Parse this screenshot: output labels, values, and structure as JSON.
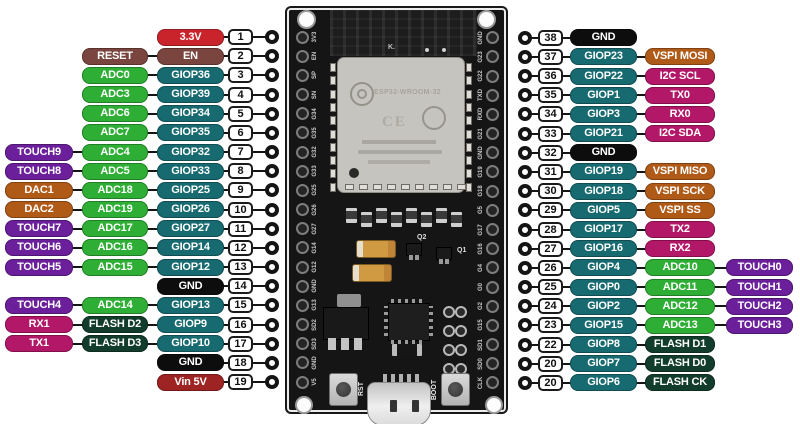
{
  "palette": {
    "red": "#c9242b",
    "dark_red": "#9e2323",
    "maroon": "#7a453e",
    "green": "#2fae35",
    "teal": "#176a70",
    "purple": "#6b1f9a",
    "brown": "#b05a18",
    "magenta": "#b31767",
    "dark_green": "#123c2c",
    "black": "#0d0d0d"
  },
  "left_pins": [
    {
      "num": "1",
      "boxes": [
        {
          "slot": "inner",
          "text": "3.3V",
          "color": "red"
        }
      ]
    },
    {
      "num": "2",
      "boxes": [
        {
          "slot": "mid",
          "text": "RESET",
          "color": "maroon"
        },
        {
          "slot": "inner",
          "text": "EN",
          "color": "maroon"
        }
      ]
    },
    {
      "num": "3",
      "boxes": [
        {
          "slot": "mid",
          "text": "ADC0",
          "color": "green"
        },
        {
          "slot": "inner",
          "text": "GIOP36",
          "color": "teal"
        }
      ]
    },
    {
      "num": "4",
      "boxes": [
        {
          "slot": "mid",
          "text": "ADC3",
          "color": "green"
        },
        {
          "slot": "inner",
          "text": "GIOP39",
          "color": "teal"
        }
      ]
    },
    {
      "num": "5",
      "boxes": [
        {
          "slot": "mid",
          "text": "ADC6",
          "color": "green"
        },
        {
          "slot": "inner",
          "text": "GIOP34",
          "color": "teal"
        }
      ]
    },
    {
      "num": "6",
      "boxes": [
        {
          "slot": "mid",
          "text": "ADC7",
          "color": "green"
        },
        {
          "slot": "inner",
          "text": "GIOP35",
          "color": "teal"
        }
      ]
    },
    {
      "num": "7",
      "boxes": [
        {
          "slot": "outer",
          "text": "TOUCH9",
          "color": "purple"
        },
        {
          "slot": "mid",
          "text": "ADC4",
          "color": "green"
        },
        {
          "slot": "inner",
          "text": "GIOP32",
          "color": "teal"
        }
      ]
    },
    {
      "num": "8",
      "boxes": [
        {
          "slot": "outer",
          "text": "TOUCH8",
          "color": "purple"
        },
        {
          "slot": "mid",
          "text": "ADC5",
          "color": "green"
        },
        {
          "slot": "inner",
          "text": "GIOP33",
          "color": "teal"
        }
      ]
    },
    {
      "num": "9",
      "boxes": [
        {
          "slot": "outer",
          "text": "DAC1",
          "color": "brown"
        },
        {
          "slot": "mid",
          "text": "ADC18",
          "color": "green"
        },
        {
          "slot": "inner",
          "text": "GIOP25",
          "color": "teal"
        }
      ]
    },
    {
      "num": "10",
      "boxes": [
        {
          "slot": "outer",
          "text": "DAC2",
          "color": "brown"
        },
        {
          "slot": "mid",
          "text": "ADC19",
          "color": "green"
        },
        {
          "slot": "inner",
          "text": "GIOP26",
          "color": "teal"
        }
      ]
    },
    {
      "num": "11",
      "boxes": [
        {
          "slot": "outer",
          "text": "TOUCH7",
          "color": "purple"
        },
        {
          "slot": "mid",
          "text": "ADC17",
          "color": "green"
        },
        {
          "slot": "inner",
          "text": "GIOP27",
          "color": "teal"
        }
      ]
    },
    {
      "num": "12",
      "boxes": [
        {
          "slot": "outer",
          "text": "TOUCH6",
          "color": "purple"
        },
        {
          "slot": "mid",
          "text": "ADC16",
          "color": "green"
        },
        {
          "slot": "inner",
          "text": "GIOP14",
          "color": "teal"
        }
      ]
    },
    {
      "num": "13",
      "boxes": [
        {
          "slot": "outer",
          "text": "TOUCH5",
          "color": "purple"
        },
        {
          "slot": "mid",
          "text": "ADC15",
          "color": "green"
        },
        {
          "slot": "inner",
          "text": "GIOP12",
          "color": "teal"
        }
      ]
    },
    {
      "num": "14",
      "boxes": [
        {
          "slot": "inner",
          "text": "GND",
          "color": "black"
        }
      ]
    },
    {
      "num": "15",
      "boxes": [
        {
          "slot": "outer",
          "text": "TOUCH4",
          "color": "purple"
        },
        {
          "slot": "mid",
          "text": "ADC14",
          "color": "green"
        },
        {
          "slot": "inner",
          "text": "GIOP13",
          "color": "teal"
        }
      ]
    },
    {
      "num": "16",
      "boxes": [
        {
          "slot": "outer",
          "text": "RX1",
          "color": "magenta"
        },
        {
          "slot": "mid",
          "text": "FLASH D2",
          "color": "dark_green"
        },
        {
          "slot": "inner",
          "text": "GIOP9",
          "color": "teal"
        }
      ]
    },
    {
      "num": "17",
      "boxes": [
        {
          "slot": "outer",
          "text": "TX1",
          "color": "magenta"
        },
        {
          "slot": "mid",
          "text": "FLASH D3",
          "color": "dark_green"
        },
        {
          "slot": "inner",
          "text": "GIOP10",
          "color": "teal"
        }
      ]
    },
    {
      "num": "18",
      "boxes": [
        {
          "slot": "inner",
          "text": "GND",
          "color": "black"
        }
      ]
    },
    {
      "num": "19",
      "boxes": [
        {
          "slot": "inner",
          "text": "Vin 5V",
          "color": "dark_red"
        }
      ]
    }
  ],
  "right_pins": [
    {
      "num": "38",
      "boxes": [
        {
          "slot": "inner",
          "text": "GND",
          "color": "black"
        }
      ]
    },
    {
      "num": "37",
      "boxes": [
        {
          "slot": "inner",
          "text": "GIOP23",
          "color": "teal"
        },
        {
          "slot": "mid",
          "text": "VSPI MOSI",
          "color": "brown"
        }
      ]
    },
    {
      "num": "36",
      "boxes": [
        {
          "slot": "inner",
          "text": "GIOP22",
          "color": "teal"
        },
        {
          "slot": "mid",
          "text": "I2C SCL",
          "color": "magenta"
        }
      ]
    },
    {
      "num": "35",
      "boxes": [
        {
          "slot": "inner",
          "text": "GIOP1",
          "color": "teal"
        },
        {
          "slot": "mid",
          "text": "TX0",
          "color": "magenta"
        }
      ]
    },
    {
      "num": "34",
      "boxes": [
        {
          "slot": "inner",
          "text": "GIOP3",
          "color": "teal"
        },
        {
          "slot": "mid",
          "text": "RX0",
          "color": "magenta"
        }
      ]
    },
    {
      "num": "33",
      "boxes": [
        {
          "slot": "inner",
          "text": "GIOP21",
          "color": "teal"
        },
        {
          "slot": "mid",
          "text": "I2C SDA",
          "color": "magenta"
        }
      ]
    },
    {
      "num": "32",
      "boxes": [
        {
          "slot": "inner",
          "text": "GND",
          "color": "black"
        }
      ]
    },
    {
      "num": "31",
      "boxes": [
        {
          "slot": "inner",
          "text": "GIOP19",
          "color": "teal"
        },
        {
          "slot": "mid",
          "text": "VSPI MISO",
          "color": "brown"
        }
      ]
    },
    {
      "num": "30",
      "boxes": [
        {
          "slot": "inner",
          "text": "GIOP18",
          "color": "teal"
        },
        {
          "slot": "mid",
          "text": "VSPI SCK",
          "color": "brown"
        }
      ]
    },
    {
      "num": "29",
      "boxes": [
        {
          "slot": "inner",
          "text": "GIOP5",
          "color": "teal"
        },
        {
          "slot": "mid",
          "text": "VSPI SS",
          "color": "brown"
        }
      ]
    },
    {
      "num": "28",
      "boxes": [
        {
          "slot": "inner",
          "text": "GIOP17",
          "color": "teal"
        },
        {
          "slot": "mid",
          "text": "TX2",
          "color": "magenta"
        }
      ]
    },
    {
      "num": "27",
      "boxes": [
        {
          "slot": "inner",
          "text": "GIOP16",
          "color": "teal"
        },
        {
          "slot": "mid",
          "text": "RX2",
          "color": "magenta"
        }
      ]
    },
    {
      "num": "26",
      "boxes": [
        {
          "slot": "inner",
          "text": "GIOP4",
          "color": "teal"
        },
        {
          "slot": "mid",
          "text": "ADC10",
          "color": "green"
        },
        {
          "slot": "outer",
          "text": "TOUCH0",
          "color": "purple"
        }
      ]
    },
    {
      "num": "25",
      "boxes": [
        {
          "slot": "inner",
          "text": "GIOP0",
          "color": "teal"
        },
        {
          "slot": "mid",
          "text": "ADC11",
          "color": "green"
        },
        {
          "slot": "outer",
          "text": "TOUCH1",
          "color": "purple"
        }
      ]
    },
    {
      "num": "24",
      "boxes": [
        {
          "slot": "inner",
          "text": "GIOP2",
          "color": "teal"
        },
        {
          "slot": "mid",
          "text": "ADC12",
          "color": "green"
        },
        {
          "slot": "outer",
          "text": "TOUCH2",
          "color": "purple"
        }
      ]
    },
    {
      "num": "23",
      "boxes": [
        {
          "slot": "inner",
          "text": "GIOP15",
          "color": "teal"
        },
        {
          "slot": "mid",
          "text": "ADC13",
          "color": "green"
        },
        {
          "slot": "outer",
          "text": "TOUCH3",
          "color": "purple"
        }
      ]
    },
    {
      "num": "22",
      "boxes": [
        {
          "slot": "inner",
          "text": "GIOP8",
          "color": "teal"
        },
        {
          "slot": "mid",
          "text": "FLASH D1",
          "color": "dark_green"
        }
      ]
    },
    {
      "num": "20",
      "boxes": [
        {
          "slot": "inner",
          "text": "GIOP7",
          "color": "teal"
        },
        {
          "slot": "mid",
          "text": "FLASH D0",
          "color": "dark_green"
        }
      ]
    },
    {
      "num": "20",
      "boxes": [
        {
          "slot": "inner",
          "text": "GIOP6",
          "color": "teal"
        },
        {
          "slot": "mid",
          "text": "FLASH CK",
          "color": "dark_green"
        }
      ]
    }
  ],
  "board": {
    "silkscreen_left": [
      "3V3",
      "EN",
      "SP",
      "SN",
      "G34",
      "G35",
      "G32",
      "G33",
      "G25",
      "G26",
      "G27",
      "G14",
      "G12",
      "GND",
      "G13",
      "SD2",
      "SD3",
      "GND",
      "V5"
    ],
    "silkscreen_right": [
      "GND",
      "G23",
      "G22",
      "TXD",
      "RXD",
      "G21",
      "GND",
      "G19",
      "G18",
      "G5",
      "G17",
      "G16",
      "G4",
      "G0",
      "G2",
      "G15",
      "SD1",
      "SD0",
      "CLK"
    ],
    "module": {
      "name": "ESP32-WROOM-32",
      "cert": "CE"
    },
    "texts": {
      "k": "K.",
      "q1": "Q1",
      "q2": "Q2",
      "rst": "RST",
      "boot": "BOOT"
    }
  }
}
